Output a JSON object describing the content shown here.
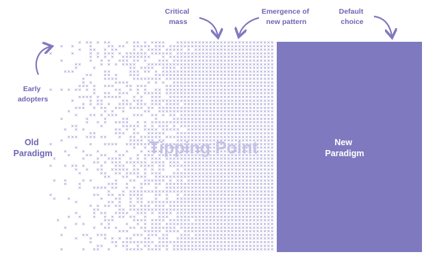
{
  "labels": {
    "critical_mass": [
      "Critical",
      "mass"
    ],
    "emergence": [
      "Emergence of",
      "new pattern"
    ],
    "default_choice": [
      "Default",
      "choice"
    ],
    "early_adopters": [
      "Early",
      "adopters"
    ],
    "old_paradigm": [
      "Old",
      "Paradigm"
    ],
    "tipping_point": "Tipping Point",
    "new_paradigm": [
      "New",
      "Paradigm"
    ]
  },
  "colors": {
    "accent": "#8079bf",
    "text": "#6e66b4",
    "fill": "#7f79c0",
    "marker": "#8a84c8",
    "title": "#c5c1e6",
    "white": "#ffffff"
  },
  "icons": {
    "marker": "cross-mark",
    "arrow": "curved-arrow"
  },
  "marker_glyph": "×"
}
